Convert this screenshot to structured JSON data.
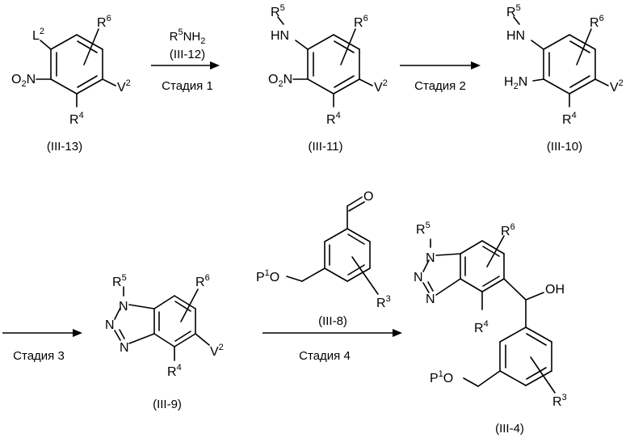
{
  "compounds": {
    "c1": {
      "label": "(III-13)"
    },
    "c2": {
      "label": "(III-11)"
    },
    "c3": {
      "label": "(III-10)"
    },
    "c4": {
      "label": "(III-9)"
    },
    "c5": {
      "label": "(III-8)"
    },
    "c6": {
      "label": "(III-4)"
    }
  },
  "steps": {
    "s1": {
      "reagent": "R",
      "reagent_sup": "5",
      "reagent_tail": "NH",
      "reagent_sub": "2",
      "reagent_code": "(III-12)",
      "label": "Стадия 1"
    },
    "s2": {
      "label": "Стадия 2"
    },
    "s3": {
      "label": "Стадия 3"
    },
    "s4": {
      "label": "Стадия 4"
    }
  },
  "atoms": {
    "L": "L",
    "two": "2",
    "O": "O",
    "N": "N",
    "H": "H",
    "HN": "HN",
    "R": "R",
    "V": "V",
    "n1": "1",
    "n3": "3",
    "n4": "4",
    "n5": "5",
    "n6": "6",
    "P": "P"
  }
}
